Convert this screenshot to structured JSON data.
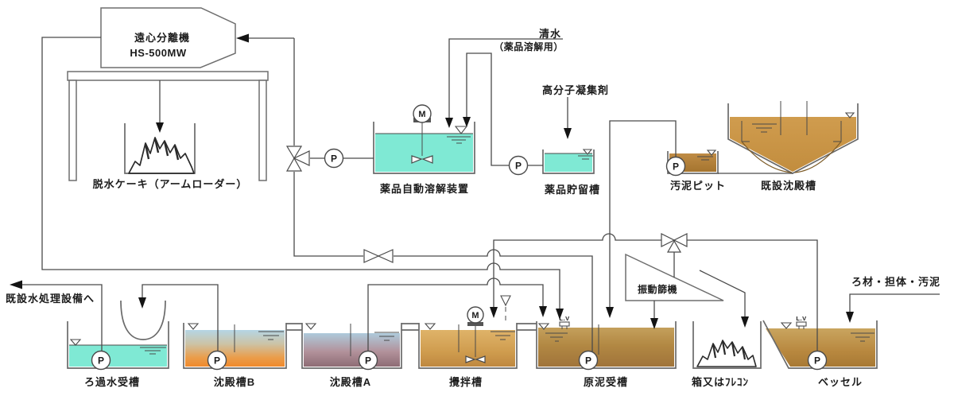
{
  "diagram_type": "sludge-dewatering-process-flow",
  "labels": {
    "centrifuge_name": "遠心分離機",
    "centrifuge_model": "HS-500MW",
    "dewatered_cake": "脱水ケーキ（アームローダー）",
    "clean_water": "清水",
    "clean_water_purpose": "（薬品溶解用）",
    "chemical_dissolver": "薬品自動溶解装置",
    "polymer_flocculant": "高分子凝集剤",
    "chemical_storage_tank": "薬品貯留槽",
    "sludge_pit": "汚泥ピット",
    "existing_sedimentation_tank": "既設沈殿槽",
    "to_existing_water_treatment": "既設水処理設備へ",
    "filtered_water_tank": "ろ過水受槽",
    "sedimentation_tank_b": "沈殿槽B",
    "sedimentation_tank_a": "沈殿槽A",
    "mixing_tank": "攪拌槽",
    "raw_sludge_tank": "原泥受槽",
    "vibrating_sieve": "振動篩機",
    "box_or_flecon": "箱又はﾌﾚｺﾝ",
    "vessel": "ベッセル",
    "media_carrier_sludge": "ろ材・担体・汚泥",
    "pump": "P",
    "motor": "M",
    "level_switch": "L.V"
  },
  "colors": {
    "pipe": "#4a4a4a",
    "clean_water_fill": "#7fe9d4",
    "water_line": "#3ab8a4",
    "sed_b_top": "#b5d6e5",
    "sed_b_bottom": "#f08a2c",
    "sed_a_top": "#aecadb",
    "sed_a_bottom": "#8e6c75",
    "mixing_top": "#dfb369",
    "mixing_bottom": "#bf8840",
    "raw_sludge_top": "#c4a05c",
    "raw_sludge_bottom": "#a0743a",
    "pit_top": "#bf8c46",
    "pit_bottom": "#a5752f",
    "existing_sed_top": "#d09c4e",
    "existing_sed_bottom": "#c28d3e",
    "vessel_top": "#c9a55f",
    "vessel_bottom": "#a87934"
  }
}
